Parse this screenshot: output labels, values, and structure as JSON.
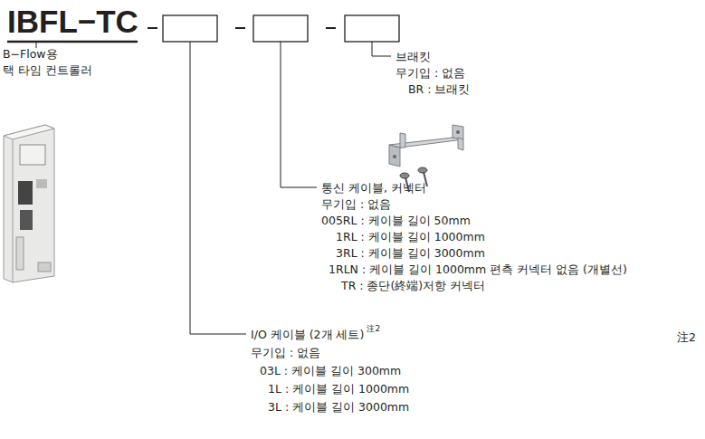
{
  "diagram": {
    "title": "IBFL−TC",
    "labels": [
      "B−Flow용",
      "택 타임 컨트롤러",
      "브래킷",
      "무기입 : 없음",
      "BR : 브래킷",
      "통신 케이블, 커넥터",
      "무기입 : 없음",
      "005RL : 케이블 길이 50mm",
      "1RL : 케이블 길이 1000mm",
      "3RL : 케이블 길이 3000mm",
      "1RLN : 케이블 길이 1000mm 편측 커넥터 없음 (개별선)",
      "TR : 종단(終端)저항 커넥터",
      "I/O 케이블 (2개 세트)",
      "注2",
      "무기입 : 없음",
      "03L : 케이블 길이 300mm",
      "1L : 케이블 길이 1000mm",
      "3L : 케이블 길이 3000mm",
      "注2"
    ]
  }
}
